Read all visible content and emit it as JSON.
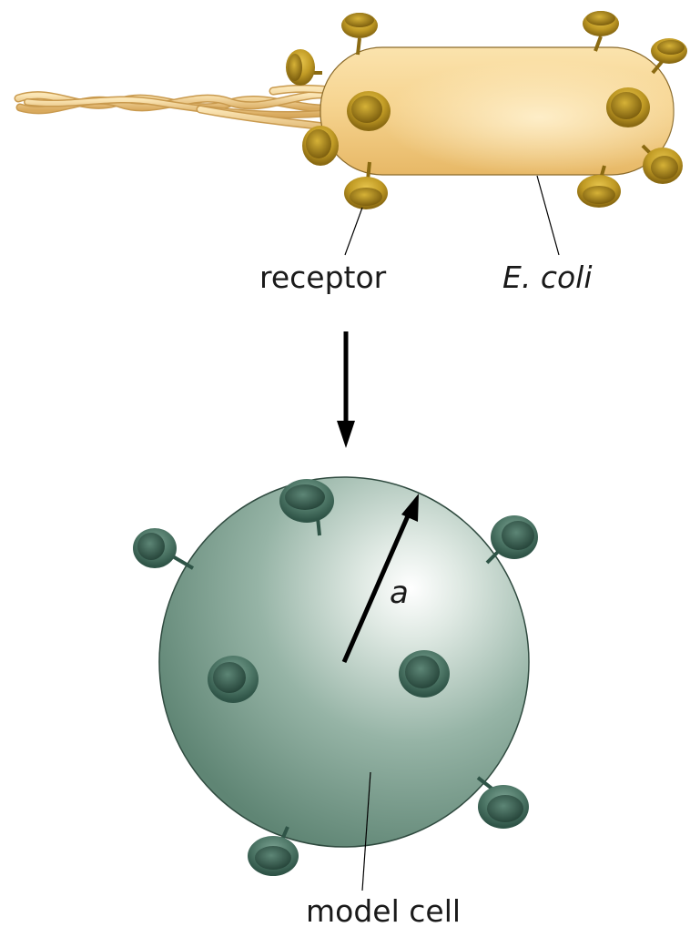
{
  "labels": {
    "receptor": "receptor",
    "ecoli": "E. coli",
    "radius": "a",
    "model_cell": "model cell"
  },
  "colors": {
    "ecoli_body": "#f6d48f",
    "receptor_gold": "#b9951f",
    "flagella": "#f0d08c",
    "model_cell": "#7fa393",
    "model_receptor": "#4f7666",
    "ink": "#000000"
  }
}
